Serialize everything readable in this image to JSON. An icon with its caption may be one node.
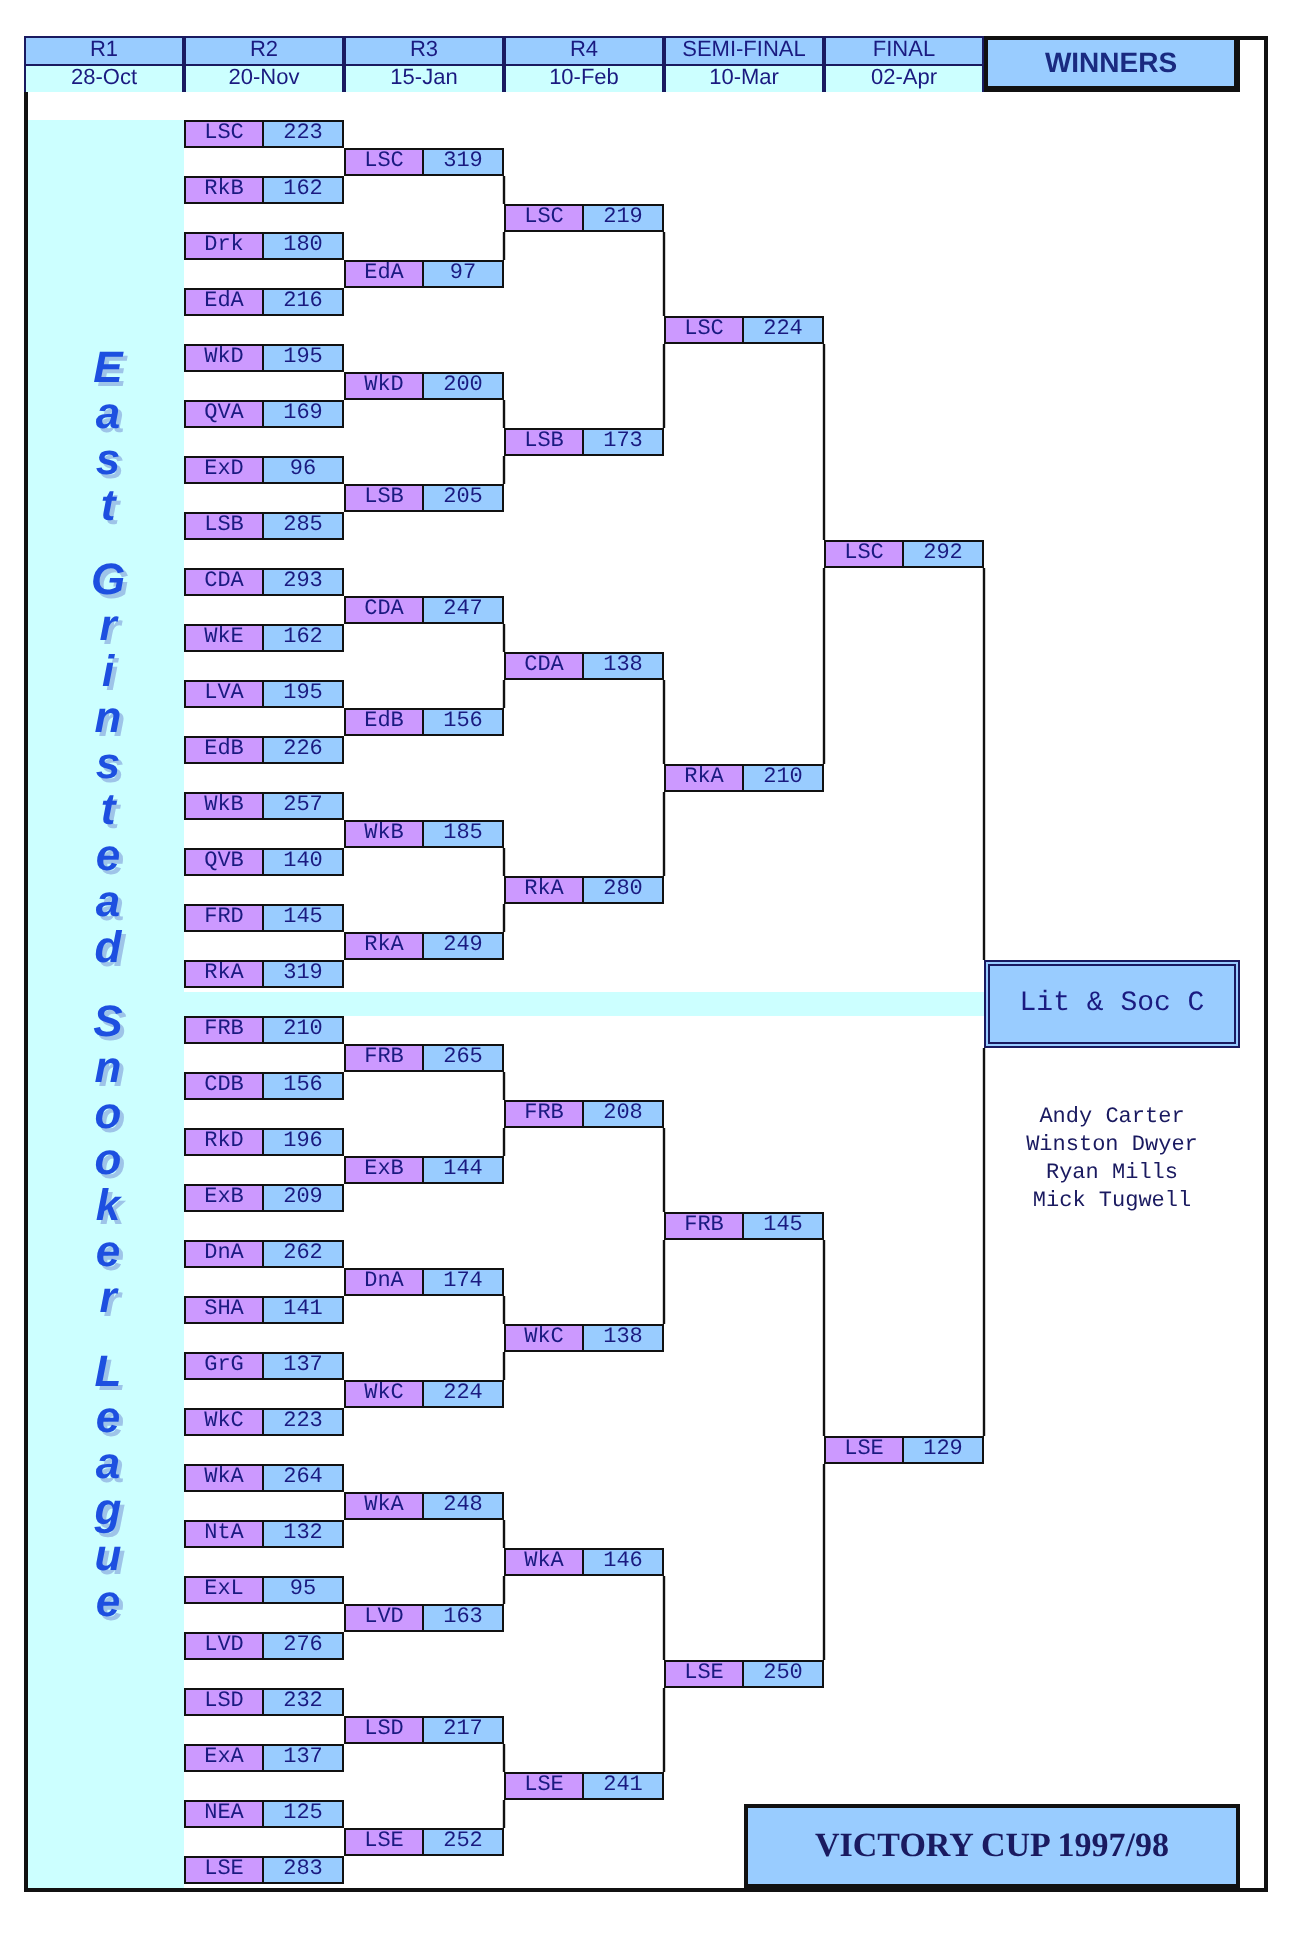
{
  "diagram": {
    "title": "VICTORY CUP 1997/98",
    "nodes": [
      {
        "text": [
          "R1",
          "28-Oct"
        ]
      },
      {
        "text": [
          "R2",
          "20-Nov"
        ]
      },
      {
        "text": [
          "R3",
          "15-Jan"
        ]
      },
      {
        "text": [
          "R4",
          "10-Feb"
        ]
      },
      {
        "text": [
          "SEMI-FINAL",
          "10-Mar"
        ]
      },
      {
        "text": [
          "FINAL",
          "02-Apr"
        ]
      },
      {
        "text": [
          "WINNERS"
        ]
      },
      {
        "text": [
          "LSC",
          "223"
        ]
      },
      {
        "text": [
          "RkB",
          "162"
        ]
      },
      {
        "text": [
          "Drk",
          "180"
        ]
      },
      {
        "text": [
          "EdA",
          "216"
        ]
      },
      {
        "text": [
          "WkD",
          "195"
        ]
      },
      {
        "text": [
          "QVA",
          "169"
        ]
      },
      {
        "text": [
          "ExD",
          "96"
        ]
      },
      {
        "text": [
          "LSB",
          "285"
        ]
      },
      {
        "text": [
          "CDA",
          "293"
        ]
      },
      {
        "text": [
          "WkE",
          "162"
        ]
      },
      {
        "text": [
          "LVA",
          "195"
        ]
      },
      {
        "text": [
          "EdB",
          "226"
        ]
      },
      {
        "text": [
          "WkB",
          "257"
        ]
      },
      {
        "text": [
          "QVB",
          "140"
        ]
      },
      {
        "text": [
          "FRD",
          "145"
        ]
      },
      {
        "text": [
          "RkA",
          "319"
        ]
      },
      {
        "text": [
          "FRB",
          "210"
        ]
      },
      {
        "text": [
          "CDB",
          "156"
        ]
      },
      {
        "text": [
          "RkD",
          "196"
        ]
      },
      {
        "text": [
          "ExB",
          "209"
        ]
      },
      {
        "text": [
          "DnA",
          "262"
        ]
      },
      {
        "text": [
          "SHA",
          "141"
        ]
      },
      {
        "text": [
          "GrG",
          "137"
        ]
      },
      {
        "text": [
          "WkC",
          "223"
        ]
      },
      {
        "text": [
          "WkA",
          "264"
        ]
      },
      {
        "text": [
          "NtA",
          "132"
        ]
      },
      {
        "text": [
          "ExL",
          "95"
        ]
      },
      {
        "text": [
          "LVD",
          "276"
        ]
      },
      {
        "text": [
          "LSD",
          "232"
        ]
      },
      {
        "text": [
          "ExA",
          "137"
        ]
      },
      {
        "text": [
          "NEA",
          "125"
        ]
      },
      {
        "text": [
          "LSE",
          "283"
        ]
      },
      {
        "text": [
          "LSC",
          "319"
        ]
      },
      {
        "text": [
          "EdA",
          "97"
        ]
      },
      {
        "text": [
          "WkD",
          "200"
        ]
      },
      {
        "text": [
          "LSB",
          "205"
        ]
      },
      {
        "text": [
          "CDA",
          "247"
        ]
      },
      {
        "text": [
          "EdB",
          "156"
        ]
      },
      {
        "text": [
          "WkB",
          "185"
        ]
      },
      {
        "text": [
          "RkA",
          "249"
        ]
      },
      {
        "text": [
          "FRB",
          "265"
        ]
      },
      {
        "text": [
          "ExB",
          "144"
        ]
      },
      {
        "text": [
          "DnA",
          "174"
        ]
      },
      {
        "text": [
          "WkC",
          "224"
        ]
      },
      {
        "text": [
          "WkA",
          "248"
        ]
      },
      {
        "text": [
          "LVD",
          "163"
        ]
      },
      {
        "text": [
          "LSD",
          "217"
        ]
      },
      {
        "text": [
          "LSE",
          "252"
        ]
      },
      {
        "text": [
          "LSC",
          "219"
        ]
      },
      {
        "text": [
          "LSB",
          "173"
        ]
      },
      {
        "text": [
          "CDA",
          "138"
        ]
      },
      {
        "text": [
          "RkA",
          "280"
        ]
      },
      {
        "text": [
          "FRB",
          "208"
        ]
      },
      {
        "text": [
          "WkC",
          "138"
        ]
      },
      {
        "text": [
          "WkA",
          "146"
        ]
      },
      {
        "text": [
          "LSE",
          "241"
        ]
      },
      {
        "text": [
          "LSC",
          "224"
        ]
      },
      {
        "text": [
          "RkA",
          "210"
        ]
      },
      {
        "text": [
          "FRB",
          "145"
        ]
      },
      {
        "text": [
          "LSE",
          "250"
        ]
      },
      {
        "text": [
          "LSC",
          "292"
        ]
      },
      {
        "text": [
          "LSE",
          "129"
        ]
      },
      {
        "text": [
          "Lit & Soc C"
        ],
        "beside": [
          "Andy Carter",
          "Winston Dwyer",
          "Ryan Mills",
          "Mick Tugwell"
        ]
      }
    ],
    "edges": [
      {
        "from": 39,
        "to": 55,
        "arrow": "none"
      },
      {
        "from": 40,
        "to": 55,
        "arrow": "none"
      },
      {
        "from": 41,
        "to": 56,
        "arrow": "none"
      },
      {
        "from": 42,
        "to": 56,
        "arrow": "none"
      },
      {
        "from": 43,
        "to": 57,
        "arrow": "none"
      },
      {
        "from": 44,
        "to": 57,
        "arrow": "none"
      },
      {
        "from": 45,
        "to": 58,
        "arrow": "none"
      },
      {
        "from": 46,
        "to": 58,
        "arrow": "none"
      },
      {
        "from": 47,
        "to": 59,
        "arrow": "none"
      },
      {
        "from": 48,
        "to": 59,
        "arrow": "none"
      },
      {
        "from": 49,
        "to": 60,
        "arrow": "none"
      },
      {
        "from": 50,
        "to": 60,
        "arrow": "none"
      },
      {
        "from": 51,
        "to": 61,
        "arrow": "none"
      },
      {
        "from": 52,
        "to": 61,
        "arrow": "none"
      },
      {
        "from": 53,
        "to": 62,
        "arrow": "none"
      },
      {
        "from": 54,
        "to": 62,
        "arrow": "none"
      },
      {
        "from": 55,
        "to": 63,
        "arrow": "none"
      },
      {
        "from": 56,
        "to": 63,
        "arrow": "none"
      },
      {
        "from": 57,
        "to": 64,
        "arrow": "none"
      },
      {
        "from": 58,
        "to": 64,
        "arrow": "none"
      },
      {
        "from": 59,
        "to": 65,
        "arrow": "none"
      },
      {
        "from": 60,
        "to": 65,
        "arrow": "none"
      },
      {
        "from": 61,
        "to": 66,
        "arrow": "none"
      },
      {
        "from": 62,
        "to": 66,
        "arrow": "none"
      },
      {
        "from": 63,
        "to": 67,
        "arrow": "none"
      },
      {
        "from": 64,
        "to": 67,
        "arrow": "none"
      },
      {
        "from": 65,
        "to": 68,
        "arrow": "none"
      },
      {
        "from": 66,
        "to": 68,
        "arrow": "none"
      },
      {
        "from": 67,
        "to": 69,
        "arrow": "none"
      },
      {
        "from": 68,
        "to": 69,
        "arrow": "none"
      }
    ],
    "labels": [
      "East Grinstead Snooker League"
    ]
  }
}
